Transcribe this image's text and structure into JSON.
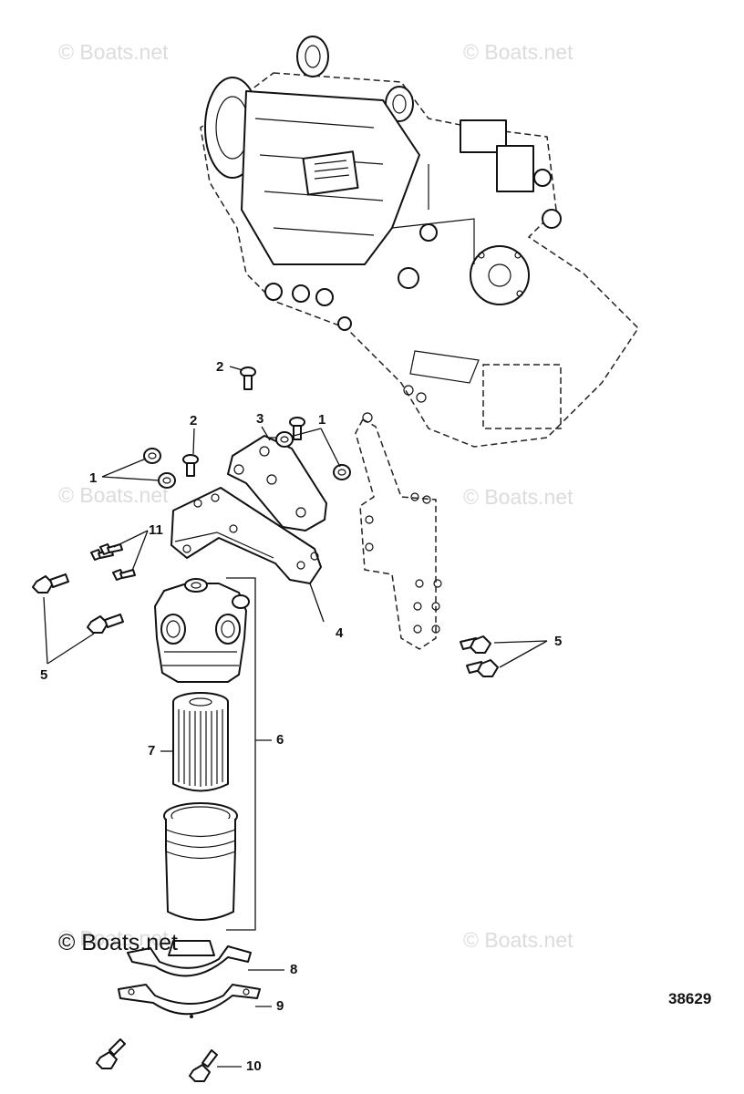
{
  "watermarks": [
    "© Boats.net",
    "© Boats.net",
    "© Boats.net",
    "© Boats.net",
    "© Boats.net",
    "© Boats.net"
  ],
  "watermark_dark": "© Boats.net",
  "reference_number": "38629",
  "callouts": {
    "c1a": "1",
    "c1b": "1",
    "c2a": "2",
    "c2b": "2",
    "c3": "3",
    "c4": "4",
    "c5a": "5",
    "c5b": "5",
    "c6": "6",
    "c7": "7",
    "c8": "8",
    "c9": "9",
    "c10": "10",
    "c11": "11"
  },
  "colors": {
    "line": "#111111",
    "watermark": "#dcdcdc"
  }
}
